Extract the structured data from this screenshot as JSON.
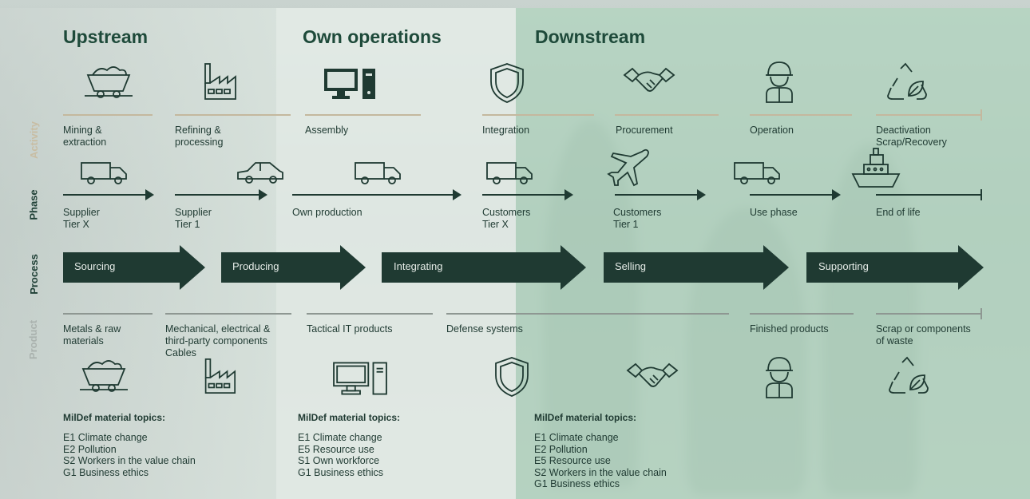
{
  "headers": {
    "upstream": "Upstream",
    "own": "Own operations",
    "downstream": "Downstream"
  },
  "side_labels": {
    "activity": "Activity",
    "phase": "Phase",
    "process": "Process",
    "product": "Product"
  },
  "activity": [
    "Mining &\nextraction",
    "Refining &\nprocessing",
    "Assembly",
    "Integration",
    "Procurement",
    "Operation",
    "Deactivation\nScrap/Recovery"
  ],
  "phase": [
    "Supplier\nTier X",
    "Supplier\nTier 1",
    "Own production",
    "Customers\nTier X",
    "Customers\nTier 1",
    "Use phase",
    "End of life"
  ],
  "process": [
    "Sourcing",
    "Producing",
    "Integrating",
    "Selling",
    "Supporting"
  ],
  "product": [
    "Metals & raw\nmaterials",
    "Mechanical, electrical &\nthird-party components\nCables",
    "Tactical IT products",
    "Defense systems",
    "Finished products",
    "Scrap or components\nof waste"
  ],
  "topics": [
    {
      "title": "MilDef material topics:",
      "items": [
        "E1 Climate change",
        "E2 Pollution",
        "S2 Workers in the value chain",
        "G1 Business ethics"
      ]
    },
    {
      "title": "MilDef material topics:",
      "items": [
        "E1 Climate change",
        "E5 Resource use",
        "S1 Own workforce",
        "G1 Business ethics"
      ]
    },
    {
      "title": "MilDef material topics:",
      "items": [
        "E1 Climate change",
        "E2 Pollution",
        "E5 Resource use",
        "S2 Workers in the value chain",
        "G1 Business ethics"
      ]
    }
  ],
  "icons": [
    "mine-cart-icon",
    "factory-icon",
    "computer-icon",
    "shield-icon",
    "handshake-icon",
    "worker-icon",
    "recycle-icon",
    "truck-icon",
    "car-icon",
    "airplane-icon",
    "ship-icon"
  ],
  "colors": {
    "dark_green": "#1f3a32",
    "beige": "#c4b89e",
    "grey": "#8e9792",
    "downstream_panel": "#b0d4be"
  }
}
